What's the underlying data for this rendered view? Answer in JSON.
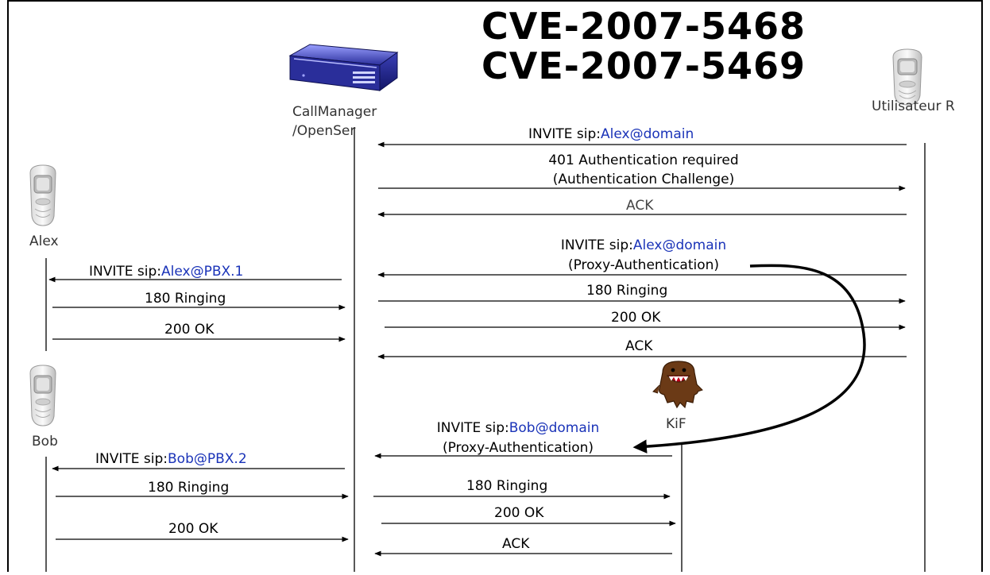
{
  "title": {
    "line1": "CVE-2007-5468",
    "line2": "CVE-2007-5469"
  },
  "actors": {
    "callmanager": {
      "line1": "CallManager",
      "line2": "/OpenSer",
      "icon": "server-icon"
    },
    "user_r": {
      "label": "Utilisateur R",
      "icon": "phone-icon"
    },
    "alex": {
      "label": "Alex",
      "icon": "phone-icon"
    },
    "bob": {
      "label": "Bob",
      "icon": "phone-icon"
    },
    "kif": {
      "label": "KiF",
      "icon": "monster-icon"
    }
  },
  "messages": {
    "invite1": {
      "prefix": "INVITE sip:",
      "uri": "Alex@domain"
    },
    "auth_required": {
      "line1": "401 Authentication required",
      "line2": "(Authentication Challenge)"
    },
    "ack1": "ACK",
    "invite2": {
      "prefix": "INVITE sip:",
      "uri": "Alex@domain",
      "line2": "(Proxy-Authentication)"
    },
    "invite_pbx1": {
      "prefix": "INVITE sip:",
      "uri": "Alex@PBX.1"
    },
    "ringing_r": "180 Ringing",
    "ringing_alex": "180 Ringing",
    "ok_r": "200 OK",
    "ok_alex": "200 OK",
    "ack2": "ACK",
    "invite_bob": {
      "prefix": "INVITE sip:",
      "uri": "Bob@domain",
      "line2": "(Proxy-Authentication)"
    },
    "invite_pbx2": {
      "prefix": "INVITE sip:",
      "uri": "Bob@PBX.2"
    },
    "ringing_bob": "180 Ringing",
    "ringing_kif": "180 Ringing",
    "ok_kif": "200 OK",
    "ok_bob": "200 OK",
    "ack_kif": "ACK"
  },
  "colors": {
    "uri": "#1a33b8",
    "line": "#000000"
  }
}
